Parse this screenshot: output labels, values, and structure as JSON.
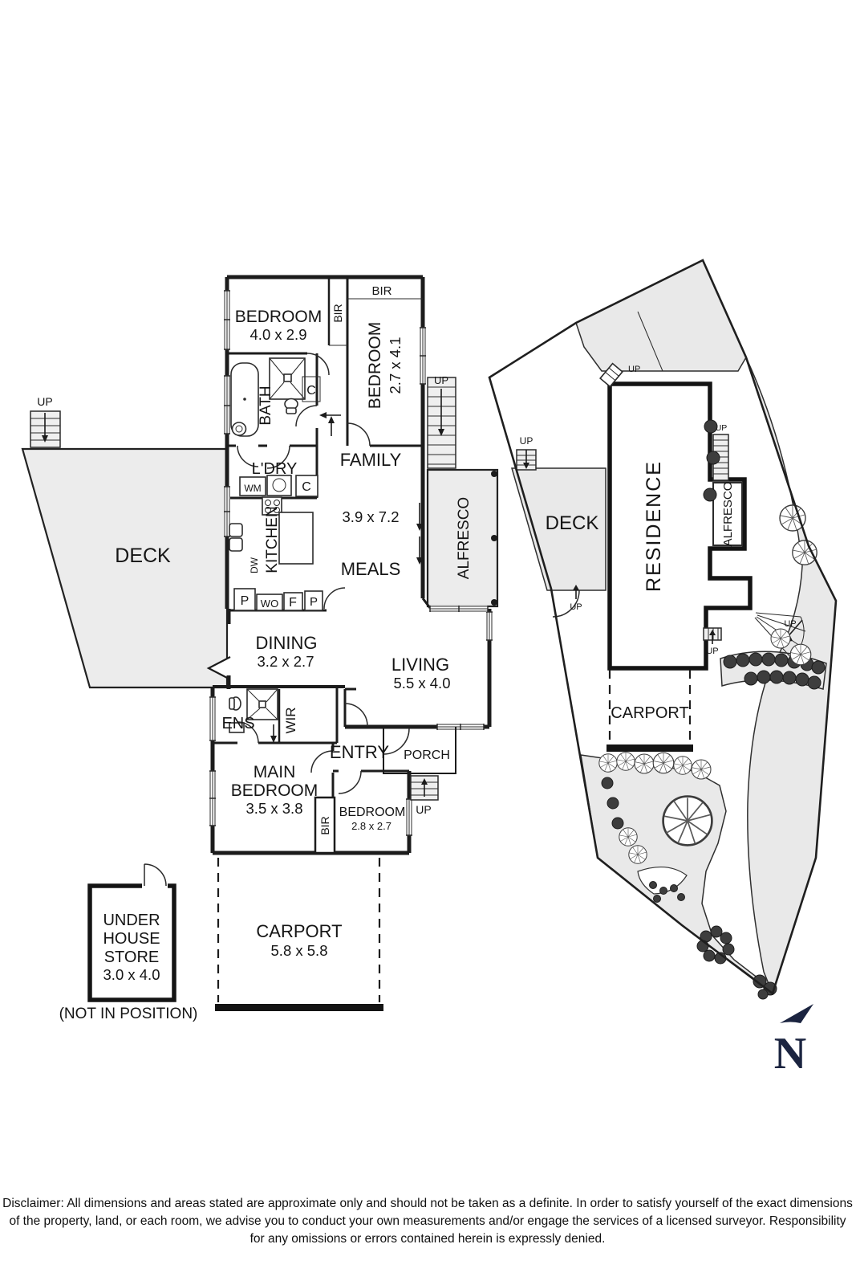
{
  "floor_plan": {
    "up_label": "UP",
    "rooms": {
      "bedroom1": {
        "name": "BEDROOM",
        "dims": "4.0 x 2.9"
      },
      "bedroom2": {
        "name": "BEDROOM",
        "dims": "2.7 x 4.1"
      },
      "bedroom3": {
        "name": "BEDROOM",
        "dims": "2.8 x 2.7"
      },
      "main_bedroom": {
        "name_line1": "MAIN",
        "name_line2": "BEDROOM",
        "dims": "3.5 x 3.8"
      },
      "family": {
        "name": "FAMILY",
        "dims": "3.9 x 7.2"
      },
      "meals": {
        "name": "MEALS"
      },
      "dining": {
        "name": "DINING",
        "dims": "3.2 x 2.7"
      },
      "living": {
        "name": "LIVING",
        "dims": "5.5 x 4.0"
      },
      "kitchen": {
        "name": "KITCHEN"
      },
      "laundry": {
        "name": "L'DRY"
      },
      "bath": {
        "name": "BATH"
      },
      "ens": {
        "name": "ENS"
      },
      "wir": {
        "name": "WIR"
      },
      "entry": {
        "name": "ENTRY"
      },
      "porch": {
        "name": "PORCH"
      },
      "deck": {
        "name": "DECK"
      },
      "alfresco": {
        "name": "ALFRESCO"
      },
      "carport": {
        "name": "CARPORT",
        "dims": "5.8 x 5.8"
      },
      "store": {
        "line1": "UNDER",
        "line2": "HOUSE",
        "line3": "STORE",
        "dims": "3.0 x 4.0",
        "note": "(NOT IN POSITION)"
      }
    },
    "fixtures": {
      "bir": "BIR",
      "wm": "WM",
      "dw": "DW",
      "wo": "WO",
      "f": "F",
      "p": "P",
      "c": "C"
    }
  },
  "site_plan": {
    "residence": "RESIDENCE",
    "deck": "DECK",
    "alfresco": "ALFRESCO",
    "carport": "CARPORT",
    "up_label": "UP",
    "north_label": "N"
  },
  "disclaimer": {
    "lines": [
      "Disclaimer: All dimensions and areas stated are approximate only and should not be taken as a definite. In order to satisfy yourself of the exact dimensions",
      "of the property, land, or each room, we advise you to conduct your own measurements and/or engage the services of a licensed surveyor. Responsibility",
      "for any omissions or errors contained herein is expressly denied."
    ]
  },
  "colors": {
    "wall": "#1c1c1c",
    "area_fill": "#ececec",
    "site_fill": "#e9e9e9",
    "north": "#1b2440",
    "shrub": "#3d3d3d",
    "background": "#ffffff"
  }
}
